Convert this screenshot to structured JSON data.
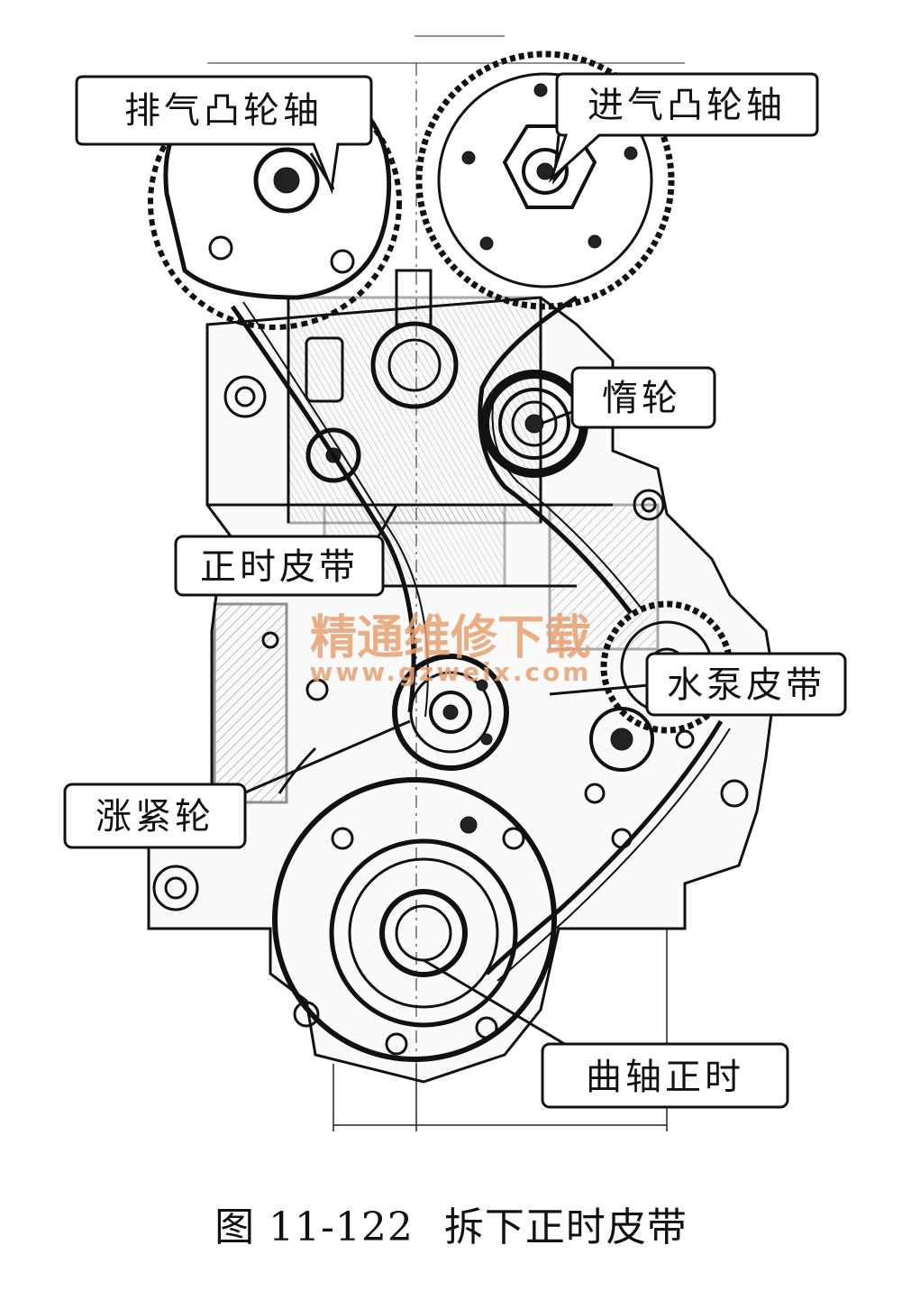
{
  "callouts": {
    "exhaust_cam": "排气凸轮轴",
    "intake_cam": "进气凸轮轴",
    "idler": "惰轮",
    "timing_belt": "正时皮带",
    "water_pump_belt": "水泵皮带",
    "tensioner": "涨紧轮",
    "crank_timing": "曲轴正时"
  },
  "watermark": {
    "title": "精通维修下载",
    "url": "www.gzweix.com",
    "color": "#e8a070"
  },
  "caption": {
    "number": "图 11-122",
    "text": "拆下正时皮带"
  }
}
